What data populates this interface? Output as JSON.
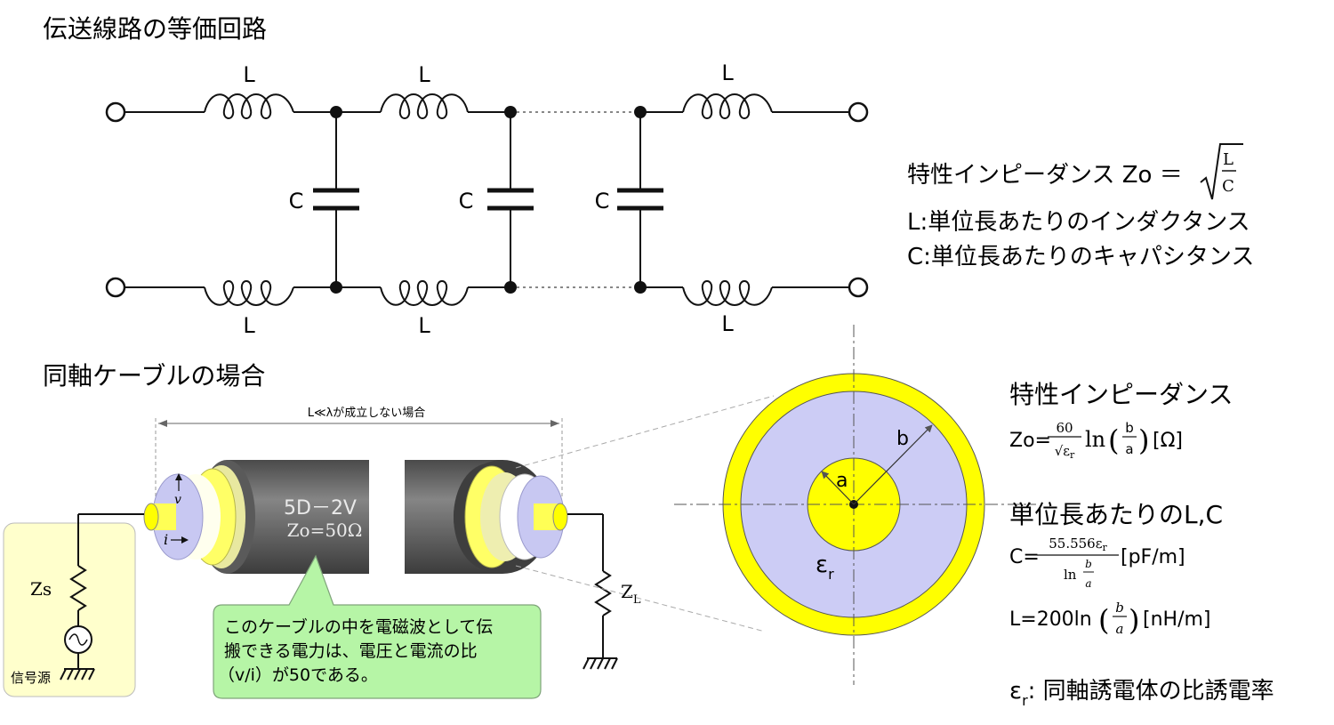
{
  "circuit": {
    "title": "伝送線路の等価回路",
    "inductor_label": "L",
    "capacitor_label": "C"
  },
  "formula_top": {
    "line1_prefix": "特性インピーダンス Zo ＝",
    "sqrt_num": "L",
    "sqrt_den": "C",
    "line2": "L:単位長あたりのインダクタンス",
    "line3": "C:単位長あたりのキャパシタンス"
  },
  "coax": {
    "title": "同軸ケーブルの場合",
    "length_label": "L≪λが成立しない場合",
    "cable_name": "5D－2V",
    "cable_z": "Zo=50Ω",
    "v_label": "v",
    "i_label": "i",
    "source_z": "Zs",
    "source_label": "信号源",
    "load_label": "Z",
    "load_sub": "L",
    "callout_line1": "このケーブルの中を電磁波として伝",
    "callout_line2": "搬できる電力は、電圧と電流の比",
    "callout_line3": "（v/i）が50である。"
  },
  "cross_section": {
    "label_a": "a",
    "label_b": "b",
    "label_eps": "ε",
    "label_eps_sub": "r"
  },
  "formula_bottom": {
    "title": "特性インピーダンス",
    "zo_prefix": "Zo=",
    "zo_num": "60",
    "zo_den": "√ε",
    "zo_den_sub": "r",
    "zo_ln": "ln",
    "zo_frac_num": "b",
    "zo_frac_den": "a",
    "zo_unit": "[Ω]",
    "lc_title": "単位長あたりのL,C",
    "c_prefix": "C=",
    "c_num": "55.556ε",
    "c_num_sub": "r",
    "c_den_ln": "ln",
    "c_den_num": "b",
    "c_den_den": "a",
    "c_unit": "[pF/m]",
    "l_prefix": "L=200ln",
    "l_frac_num": "b",
    "l_frac_den": "a",
    "l_unit": "[nH/m]",
    "eps_def_sym": "ε",
    "eps_def_sub": "r",
    "eps_def_text": ": 同軸誘電体の比誘電率"
  },
  "colors": {
    "yellow": "#ffff00",
    "lavender": "#ccccf5",
    "cable_gray": "#6e6e6e",
    "callout_green": "#b6f5a6",
    "source_box": "#ffffcc"
  }
}
